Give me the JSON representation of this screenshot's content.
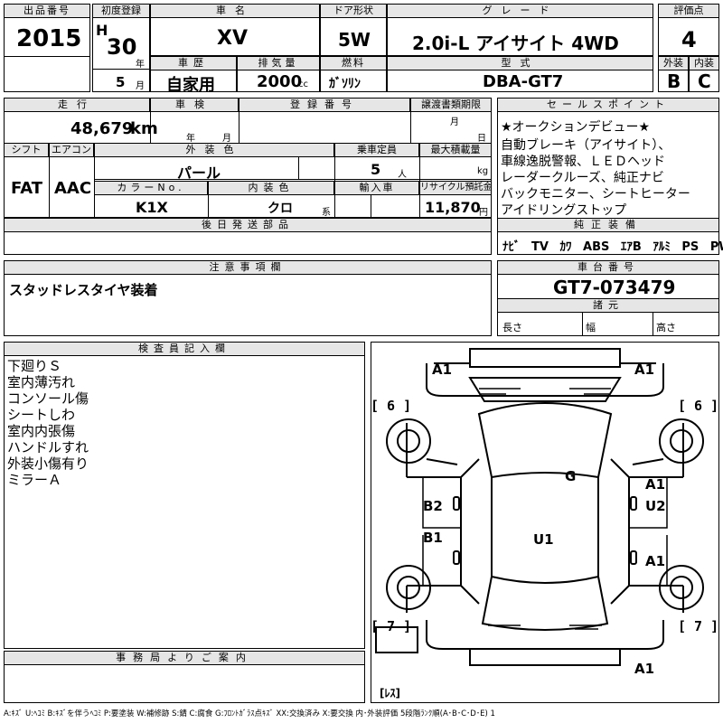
{
  "header_row": {
    "lot_no_label": "出品番号",
    "lot_no": "2015",
    "first_reg_label": "初度登録",
    "era": "H",
    "year": "30",
    "year_unit": "年",
    "month": "5",
    "month_unit": "月",
    "car_name_label": "車名",
    "car_name": "XV",
    "door_label": "ドア形状",
    "door": "5W",
    "grade_label": "グレード",
    "grade": "2.0i-L アイサイト 4WD",
    "score_label": "評価点",
    "score": "4",
    "history_label": "車歴",
    "history": "自家用",
    "displacement_label": "排気量",
    "displacement": "2000",
    "displacement_unit": "cc",
    "fuel_label": "燃料",
    "fuel": "ｶﾞｿﾘﾝ",
    "model_label": "型式",
    "model": "DBA-GT7",
    "exterior_label": "外装",
    "exterior": "B",
    "interior_label": "内装",
    "interior": "C"
  },
  "row2": {
    "mileage_label": "走行",
    "mileage": "48,679",
    "mileage_unit": "km",
    "inspection_label": "車検",
    "inspection_year_unit": "年",
    "inspection_month_unit": "月",
    "reg_no_label": "登録番号",
    "transfer_label": "譲渡書類期限",
    "transfer_month_unit": "月",
    "transfer_day_unit": "日",
    "shift_label": "シフト",
    "shift": "FAT",
    "ac_label": "エアコン",
    "ac": "AAC",
    "ext_color_label": "外装色",
    "ext_color": "パール",
    "capacity_label": "乗車定員",
    "capacity": "5",
    "capacity_unit": "人",
    "max_load_label": "最大積載量",
    "max_load_unit": "kg",
    "color_no_label": "カラーNo.",
    "color_no": "K1X",
    "int_color_label": "内装色",
    "int_color": "クロ",
    "int_color_unit": "系",
    "import_label": "輸入車",
    "recycle_label": "リサイクル預託金",
    "recycle": "11,870",
    "recycle_unit": "円",
    "later_parts_label": "後日発送部品"
  },
  "sales_points": {
    "label": "セールスポイント",
    "lines": [
      "★オークションデビュー★",
      "自動ブレーキ（アイサイト）、",
      "車線逸脱警報、ＬＥＤヘッド",
      "レーダークルーズ、純正ナビ",
      "バックモニター、シートヒーター",
      "アイドリングストップ"
    ]
  },
  "equipment": {
    "label": "純正装備",
    "items": [
      "ﾅﾋﾞ",
      "TV",
      "ｶﾜ",
      "ABS",
      "ｴｱB",
      "ｱﾙﾐ",
      "PS",
      "PW"
    ]
  },
  "notes": {
    "label": "注意事項欄",
    "text": "スタッドレスタイヤ装着"
  },
  "chassis": {
    "label": "車台番号",
    "number": "GT7-073479",
    "specs_label": "諸元",
    "length_label": "長さ",
    "width_label": "幅",
    "height_label": "高さ"
  },
  "inspector": {
    "label": "検査員記入欄",
    "lines": [
      "下廻りＳ",
      "室内薄汚れ",
      "コンソール傷",
      "シートしわ",
      "室内内張傷",
      "ハンドルすれ",
      "外装小傷有り",
      "ミラーＡ"
    ]
  },
  "office": {
    "label": "事務局よりご案内"
  },
  "diagram": {
    "marks": {
      "front_left": "A1",
      "front_right": "A1",
      "tire_fl": "[ 6 ]",
      "tire_fr": "[ 6 ]",
      "roof": "G",
      "right_front_door": "A1",
      "right_front_door2": "U2",
      "left_front_door": "B2",
      "left_rear_door": "B1",
      "center": "U1",
      "right_rear_door": "A1",
      "tire_rl": "[ 7 ]",
      "tire_rr": "[ 7 ]",
      "rear": "A1",
      "spare": "[ﾚｽ]"
    }
  },
  "legend": "A:ｷｽﾞ U:ﾍｺﾐ B:ｷｽﾞを伴うﾍｺﾐ P:要塗装 W:補修跡 S:錆 C:腐食 G:ﾌﾛﾝﾄｶﾞﾗｽ点ｷｽﾞ XX:交換済み X:要交換 内･外装評価 5段階ﾗﾝｸ順(A･B･C･D･E) 1"
}
